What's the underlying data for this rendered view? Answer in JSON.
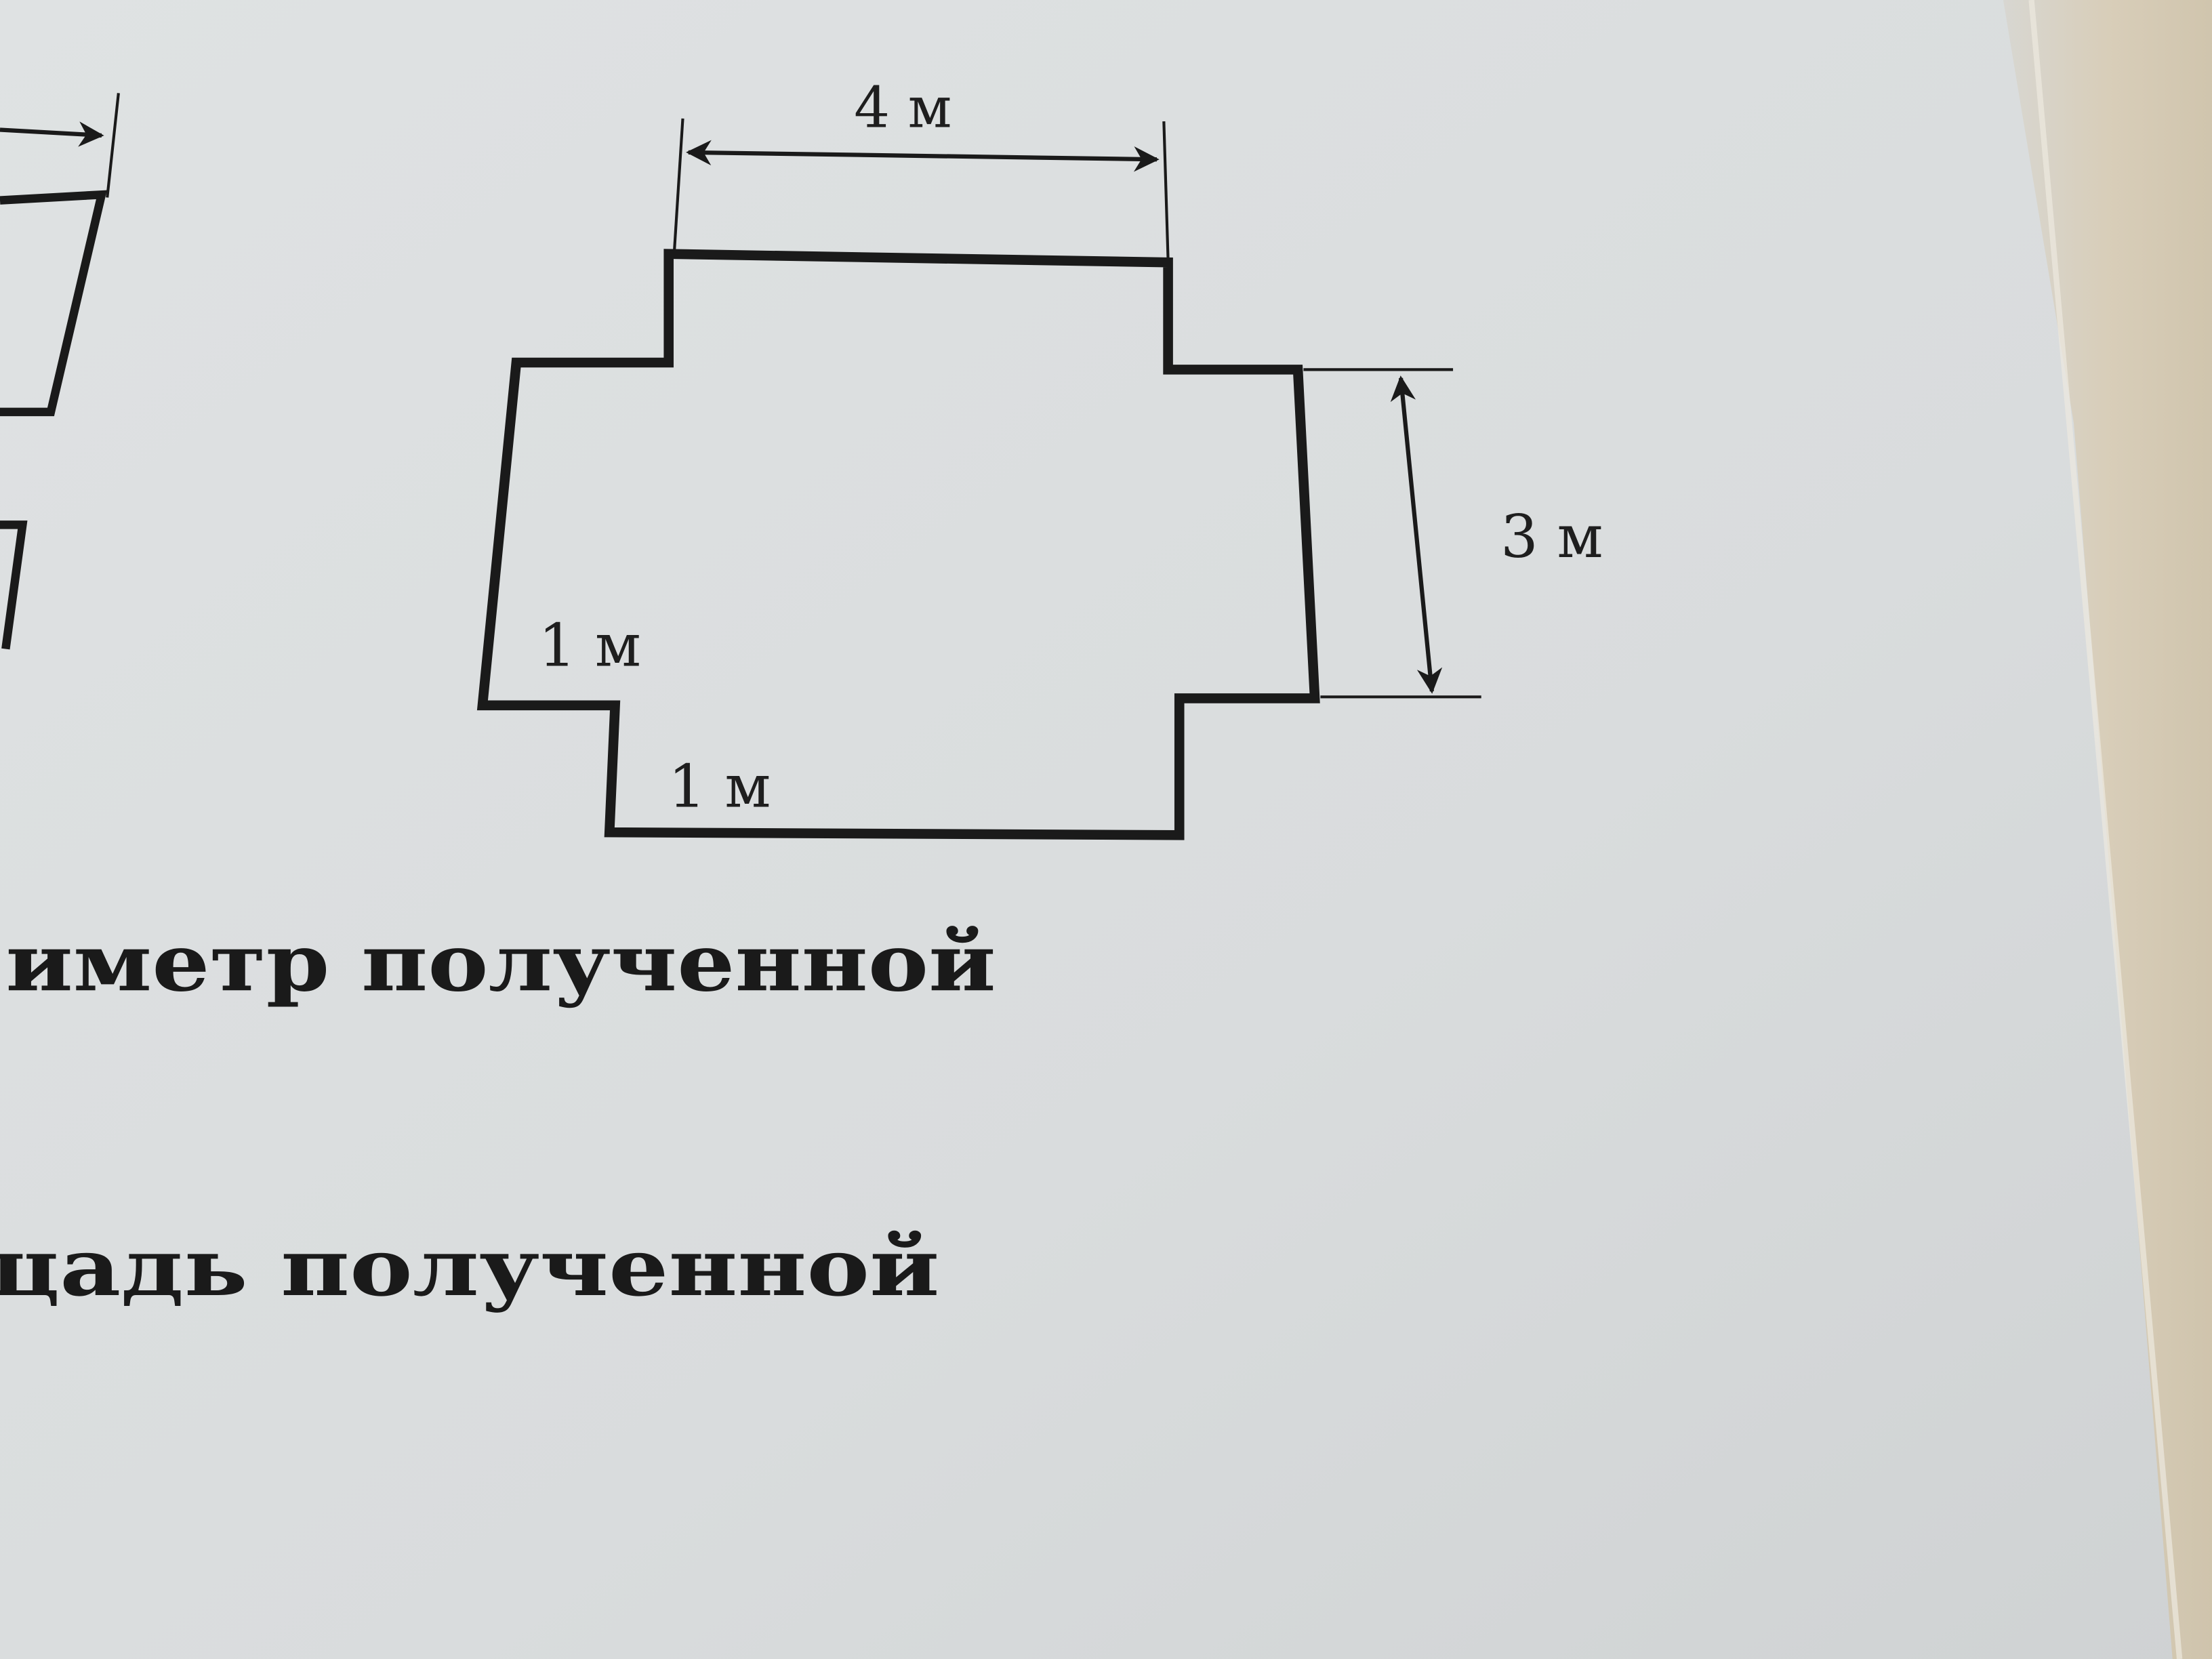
{
  "diagram": {
    "top_width_label": "4 м",
    "right_height_label": "3 м",
    "left_step_label": "1 м",
    "bottom_step_label": "1 м"
  },
  "text_lines": [
    "иметр полученной",
    "щадь полученной"
  ],
  "colors": {
    "paper": "#dcdfe0",
    "ink": "#1a1a1a",
    "sleeve": "#d8cdb8"
  }
}
